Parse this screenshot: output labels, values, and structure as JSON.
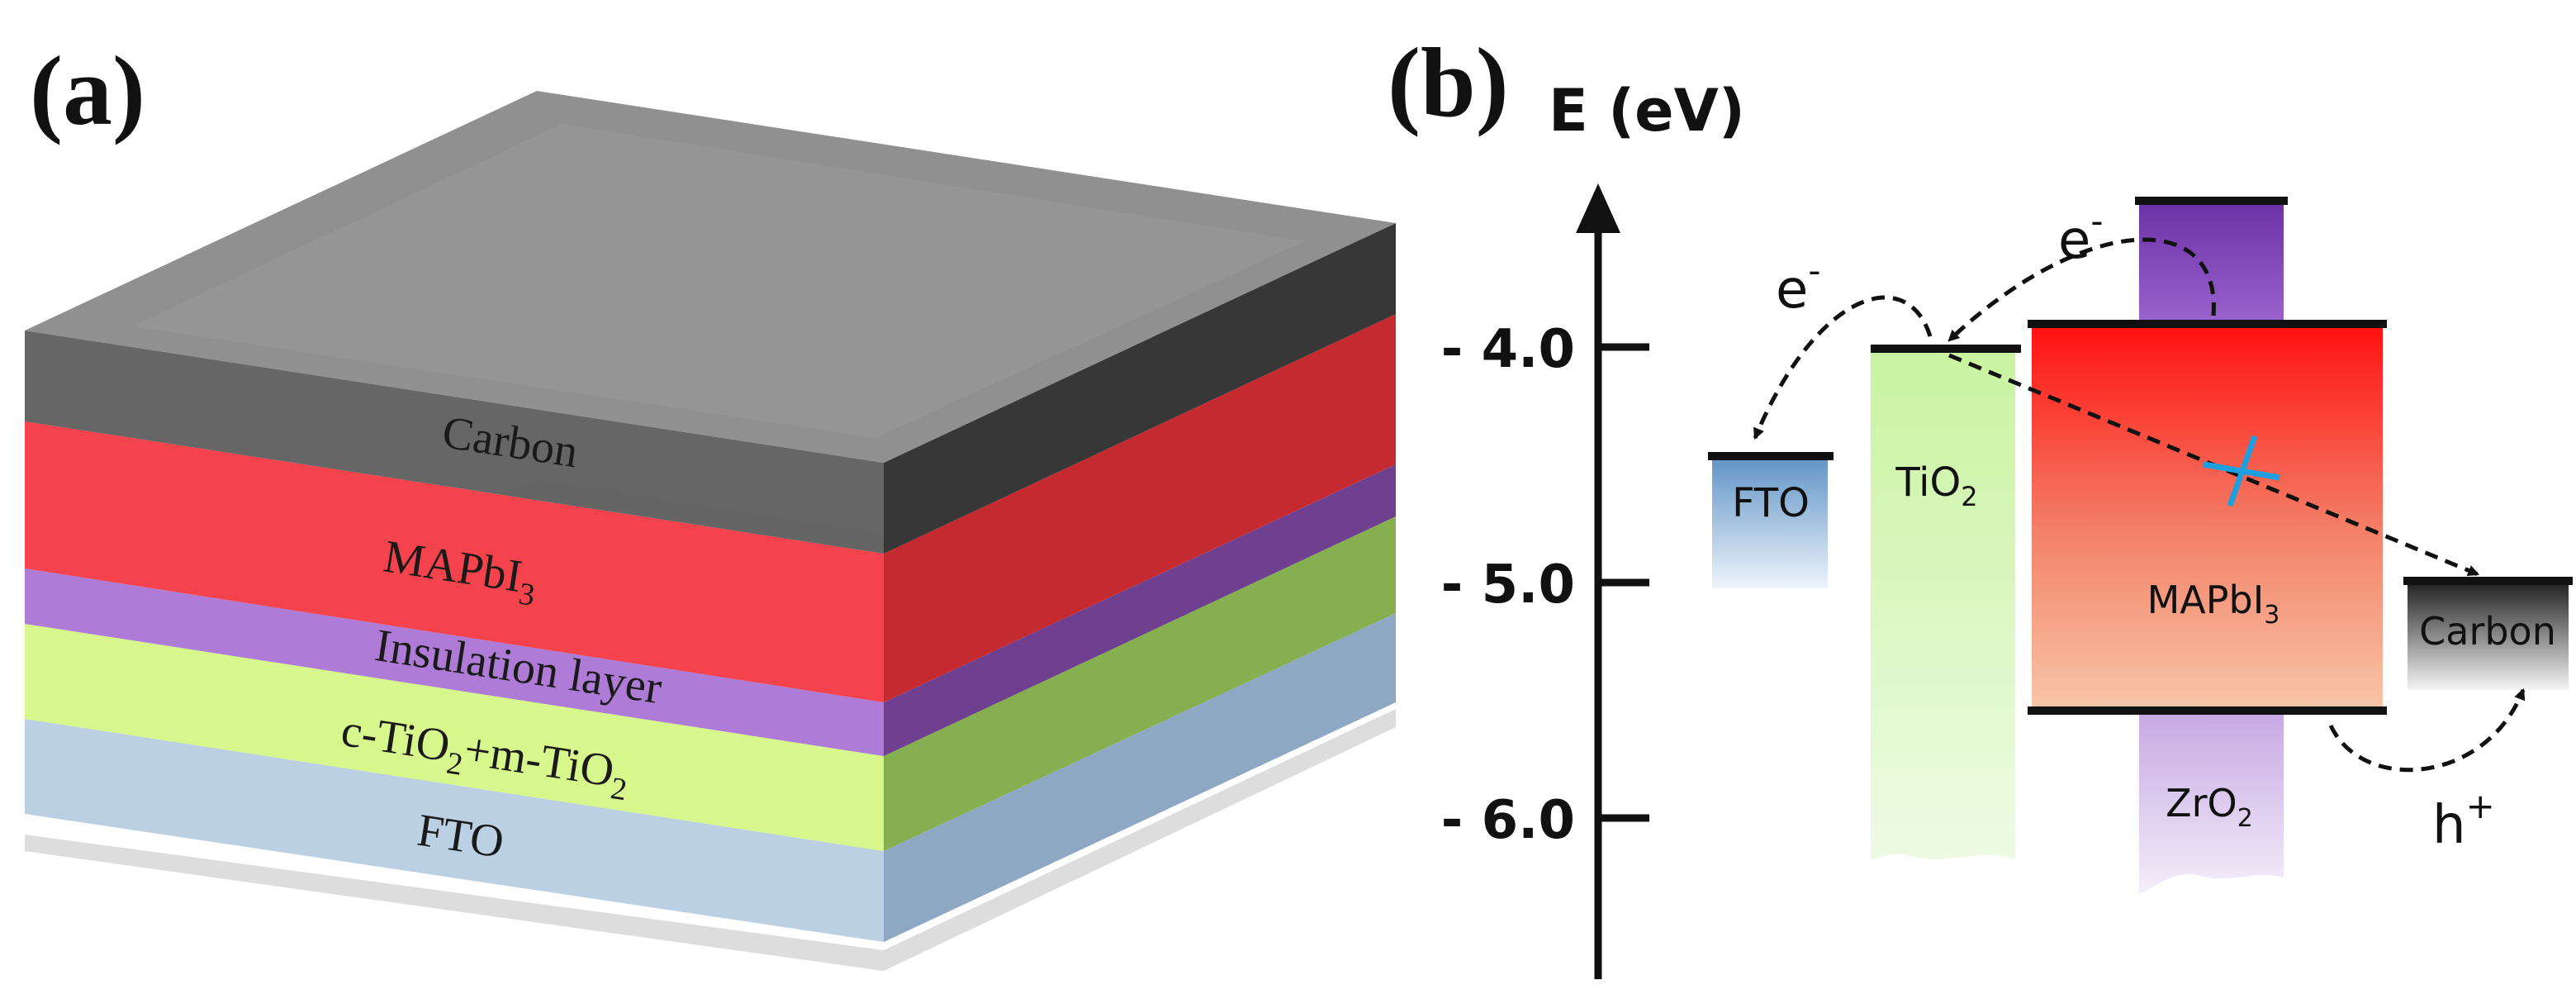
{
  "panel_a": {
    "label": "(a)",
    "layers": [
      {
        "key": "fto",
        "label": "FTO",
        "color": "#9fb8d3"
      },
      {
        "key": "tio2",
        "label": "c-TiO",
        "sub1": "2",
        "mid": "+m-TiO",
        "sub2": "2",
        "color": "#d7f58c"
      },
      {
        "key": "insulation",
        "label": "Insulation layer",
        "color": "#a872d2"
      },
      {
        "key": "mapbi3",
        "label": "MAPbI",
        "sub": "3",
        "color": "#f0494f"
      },
      {
        "key": "carbon",
        "label": "Carbon",
        "color": "#6b6b6b"
      }
    ]
  },
  "panel_b": {
    "label": "(b)",
    "axis_label": "E (eV)",
    "ticks": [
      {
        "value": -4.0,
        "label": "- 4.0"
      },
      {
        "value": -5.0,
        "label": "- 5.0"
      },
      {
        "value": -6.0,
        "label": "- 6.0"
      }
    ],
    "blocks": {
      "fto": {
        "label": "FTO",
        "color": "#5f93c6"
      },
      "tio2": {
        "label": "TiO",
        "sub": "2",
        "color": "#c9f3a0"
      },
      "mapbi3": {
        "label": "MAPbI",
        "sub": "3",
        "color": "#ff1010"
      },
      "zro2": {
        "label": "ZrO",
        "sub": "2",
        "color": "#7a3fb4"
      },
      "carbon": {
        "label": "Carbon",
        "color": "#222222"
      }
    },
    "charges": {
      "electron_1": {
        "label": "e",
        "sup": "-"
      },
      "electron_2": {
        "label": "e",
        "sup": "-"
      },
      "hole": {
        "label": "h",
        "sup": "+"
      }
    }
  }
}
